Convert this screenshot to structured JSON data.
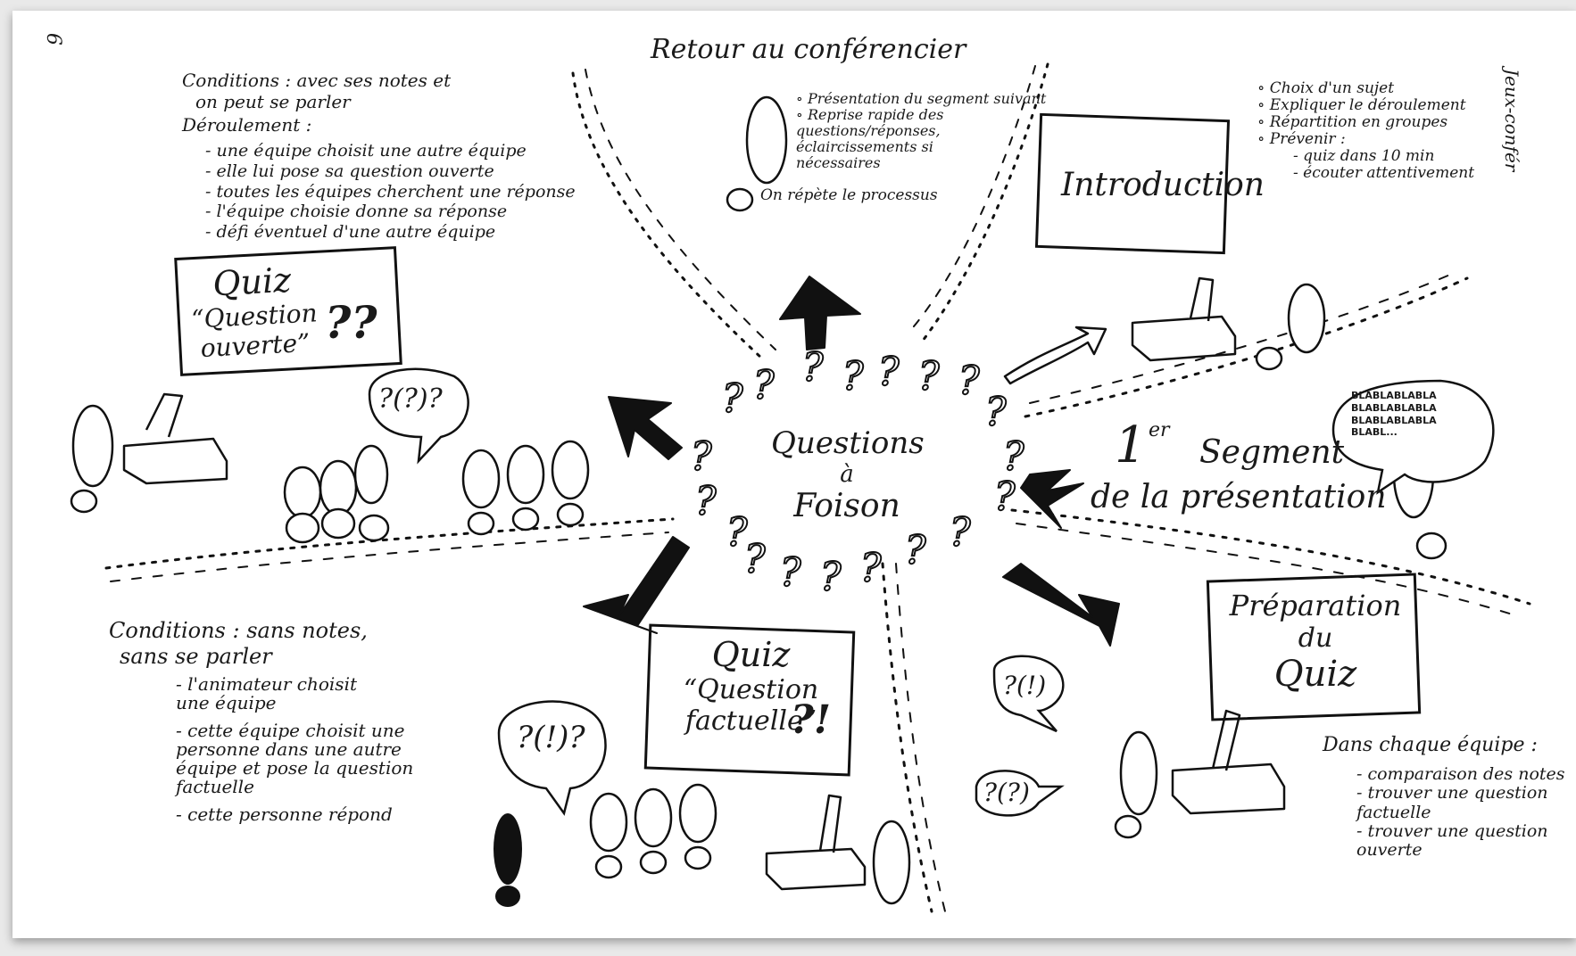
{
  "page_number": "6",
  "side_header": "Jeux-confér",
  "center": {
    "line1": "Questions",
    "line2": "à",
    "line3": "Foison"
  },
  "retour": {
    "title": "Retour au conférencier",
    "items": [
      "Présentation du segment suivant",
      "Reprise rapide des questions/réponses, éclaircissements si nécessaires",
      "On répète le processus"
    ]
  },
  "introduction": {
    "box_title": "Introduction",
    "items": [
      "Choix d'un sujet",
      "Expliquer le déroulement",
      "Répartition en groupes",
      "Prévenir :"
    ],
    "subitems": [
      "quiz dans 10 min",
      "écouter attentivement"
    ]
  },
  "segment": {
    "number": "1",
    "suffix": "er",
    "line1": "Segment",
    "line2": "de la présentation"
  },
  "speech_bubble": {
    "lines": [
      "BLABLABLABLA",
      "BLABLABLABLA",
      "BLABLABLABLA",
      "BLABL..."
    ]
  },
  "preparation": {
    "box_lines": [
      "Préparation",
      "du",
      "Quiz"
    ],
    "heading": "Dans chaque équipe :",
    "items": [
      "comparaison des notes",
      "trouver une question factuelle",
      "trouver une question ouverte"
    ]
  },
  "quiz_factuelle": {
    "box_lines": [
      "Quiz",
      "“Question",
      "factuelle”",
      "?!"
    ],
    "heading1": "Conditions : sans notes,",
    "heading2": "sans se parler",
    "items": [
      "l'animateur choisit une équipe",
      "cette équipe choisit une personne dans une autre équipe et pose la question factuelle",
      "cette personne répond"
    ]
  },
  "quiz_ouverte": {
    "box_lines": [
      "Quiz",
      "“Question",
      "ouverte”",
      "??"
    ],
    "conditions1": "Conditions : avec ses notes et",
    "conditions2": "on peut se parler",
    "deroulement": "Déroulement :",
    "items": [
      "une équipe choisit une autre équipe",
      "elle lui pose sa question ouverte",
      "toutes les équipes cherchent une réponse",
      "l'équipe choisie donne sa réponse",
      "défi éventuel d'une autre équipe"
    ]
  },
  "bubbles": {
    "open_think": "?(?)?",
    "fact_think": "?(!)?",
    "fact_small1": "?(!)",
    "fact_small2": "?(?)"
  }
}
